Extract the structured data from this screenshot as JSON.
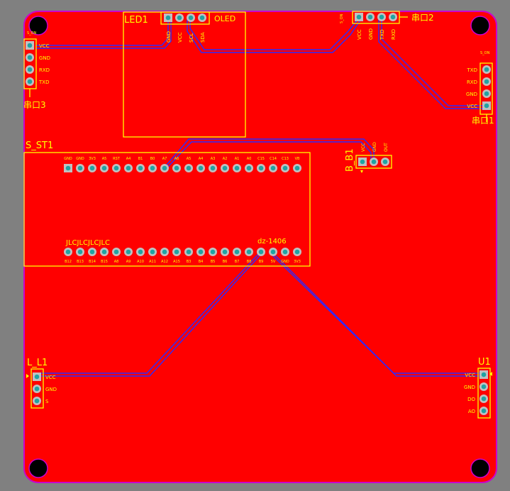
{
  "board": {
    "colors": {
      "background": "#808080",
      "copper": "#ff0000",
      "outline": "#cc00cc",
      "silkscreen": "#ffff00",
      "pad_copper": "#c0c0c0",
      "pad_hole": "#1fa3a3",
      "trace": "#1a1aff",
      "mount_hole": "#000000"
    }
  },
  "labels": {
    "led1": "LED1",
    "oled": "OLED",
    "serial2": "串口2",
    "serial3": "串口3",
    "serial1": "串口1",
    "s_st1": "S_ST1",
    "b_b1": "B_B1",
    "l_l1": "L_L1",
    "u1": "U1",
    "jlc": "JLCJLCJLCJLC",
    "model": "dz-1406",
    "s_on": "S_ON"
  },
  "pins": {
    "serial3": [
      "VCC",
      "GND",
      "RXD",
      "TXD"
    ],
    "serial1": [
      "TXD",
      "RXD",
      "GND",
      "VCC"
    ],
    "led1": [
      "GND",
      "VCC",
      "SCL",
      "SDA"
    ],
    "serial2": [
      "VCC",
      "GND",
      "TXD",
      "RXD"
    ],
    "b_b1": [
      "VCC",
      "GND",
      "OUT"
    ],
    "l_l1": [
      "VCC",
      "GND",
      "S"
    ],
    "u1": [
      "VCC",
      "GND",
      "DO",
      "AO"
    ],
    "s_st1_top": [
      "GND",
      "GND",
      "3V3",
      "A5",
      "RST",
      "A4",
      "B1",
      "B0",
      "A7",
      "A6",
      "A5",
      "A4",
      "A3",
      "A2",
      "A1",
      "A0",
      "C15",
      "C14",
      "C13",
      "VB"
    ],
    "s_st1_bottom": [
      "B12",
      "B13",
      "B14",
      "B15",
      "A8",
      "A9",
      "A10",
      "A11",
      "A12",
      "A15",
      "B3",
      "B4",
      "B5",
      "B6",
      "B7",
      "B8",
      "B9",
      "5V",
      "GND",
      "3V3"
    ]
  }
}
